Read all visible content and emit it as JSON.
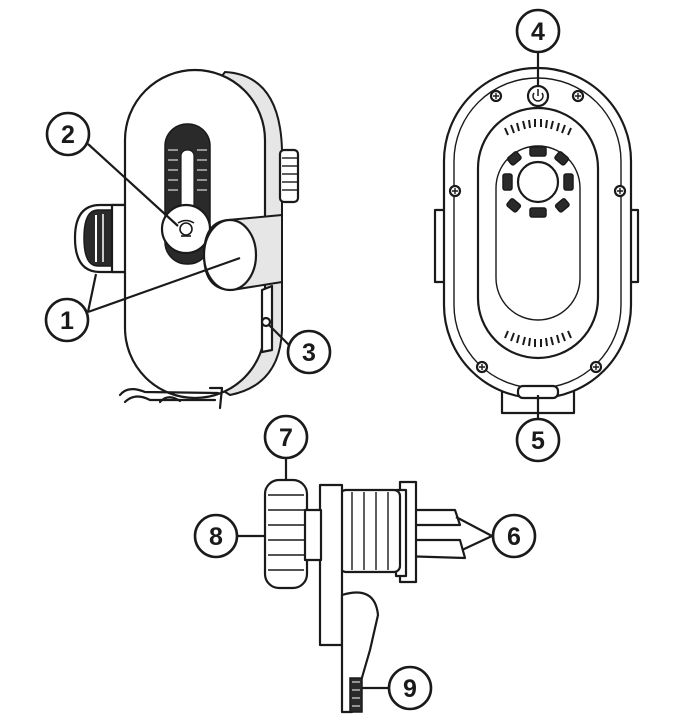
{
  "callouts": [
    {
      "number": "1"
    },
    {
      "number": "2"
    },
    {
      "number": "3"
    },
    {
      "number": "4"
    },
    {
      "number": "5"
    },
    {
      "number": "6"
    },
    {
      "number": "7"
    },
    {
      "number": "8"
    },
    {
      "number": "9"
    }
  ],
  "colors": {
    "line": "#1a1a1a",
    "background": "#ffffff",
    "shade": "#e6e6e6"
  },
  "icons": [
    "wireless-charging-icon",
    "power-icon"
  ]
}
